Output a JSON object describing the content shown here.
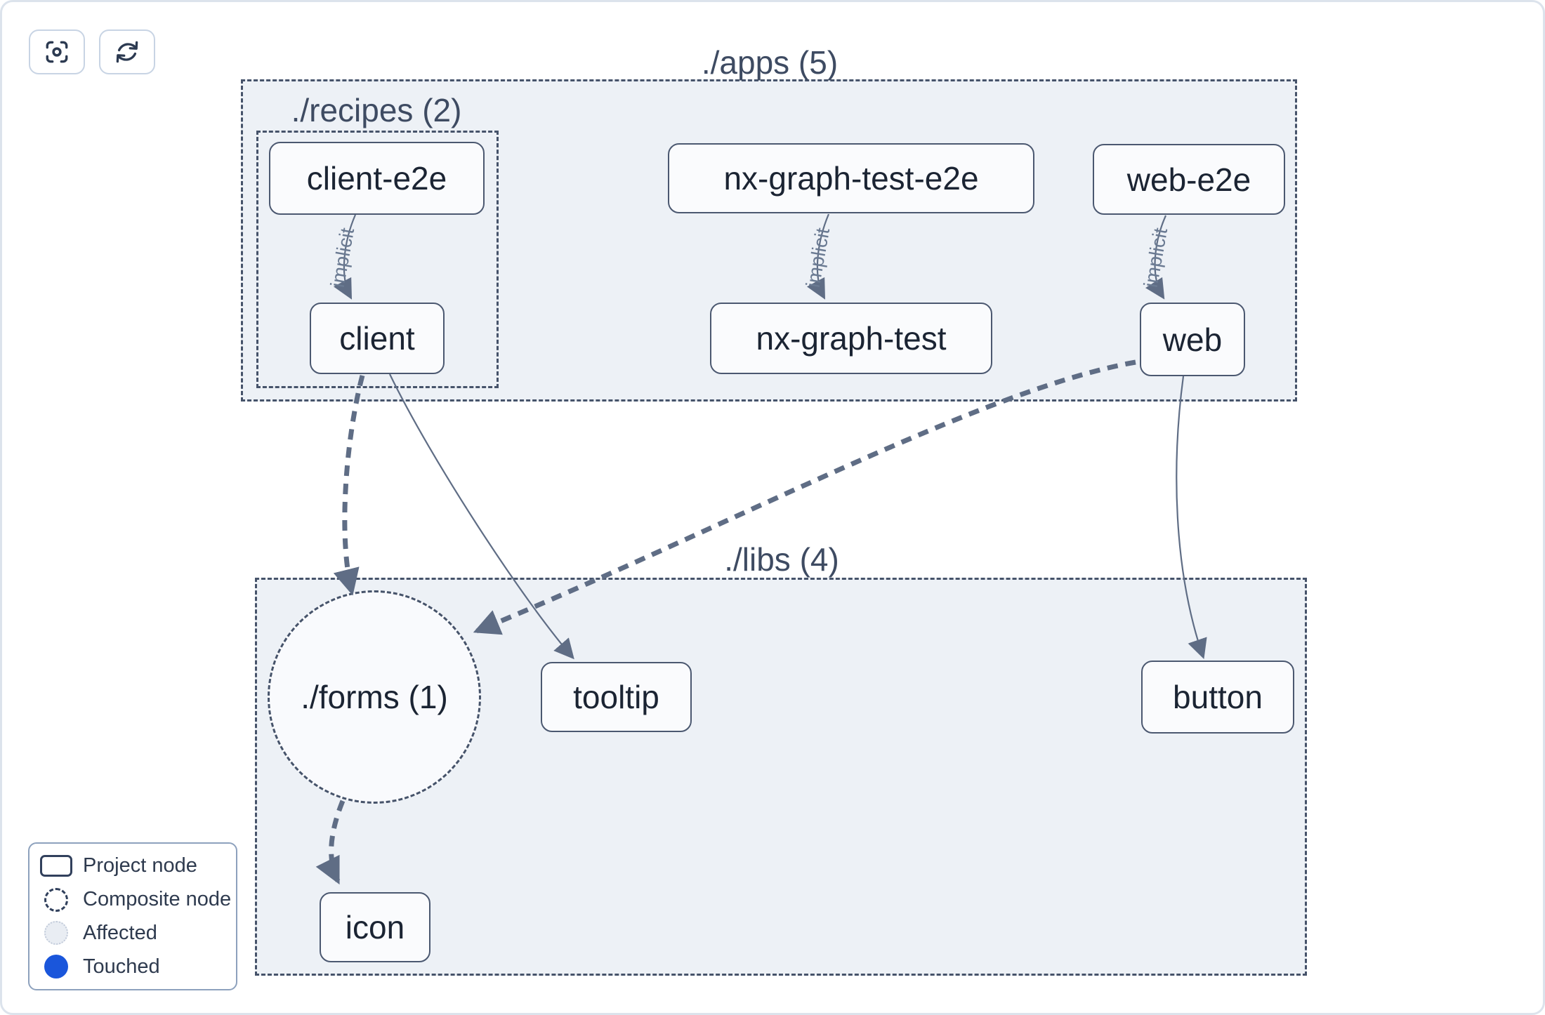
{
  "toolbar": {
    "buttons": [
      {
        "icon": "focus-icon"
      },
      {
        "icon": "refresh-icon"
      }
    ]
  },
  "graph": {
    "groups": [
      {
        "id": "apps",
        "label": "./apps (5)"
      },
      {
        "id": "recipes",
        "label": "./recipes (2)"
      },
      {
        "id": "libs",
        "label": "./libs (4)"
      }
    ],
    "composite_node": {
      "label": "./forms (1)"
    },
    "nodes": [
      {
        "id": "client-e2e",
        "label": "client-e2e"
      },
      {
        "id": "client",
        "label": "client"
      },
      {
        "id": "nx-graph-test-e2e",
        "label": "nx-graph-test-e2e"
      },
      {
        "id": "nx-graph-test",
        "label": "nx-graph-test"
      },
      {
        "id": "web-e2e",
        "label": "web-e2e"
      },
      {
        "id": "web",
        "label": "web"
      },
      {
        "id": "tooltip",
        "label": "tooltip"
      },
      {
        "id": "button",
        "label": "button"
      },
      {
        "id": "icon",
        "label": "icon"
      }
    ],
    "edges": [
      {
        "from": "client-e2e",
        "to": "client",
        "label": "implicit",
        "style": "solid-thin"
      },
      {
        "from": "nx-graph-test-e2e",
        "to": "nx-graph-test",
        "label": "implicit",
        "style": "solid-thin"
      },
      {
        "from": "web-e2e",
        "to": "web",
        "label": "implicit",
        "style": "solid-thin"
      },
      {
        "from": "client",
        "to": "tooltip",
        "label": "",
        "style": "solid-thin"
      },
      {
        "from": "web",
        "to": "button",
        "label": "",
        "style": "solid-thin"
      },
      {
        "from": "client",
        "to": "./forms",
        "label": "",
        "style": "dashed-thick"
      },
      {
        "from": "web",
        "to": "./forms",
        "label": "",
        "style": "dashed-thick"
      },
      {
        "from": "./forms",
        "to": "icon",
        "label": "",
        "style": "dashed-thick"
      }
    ]
  },
  "legend": {
    "items": [
      {
        "icon": "project-node-icon",
        "label": "Project node"
      },
      {
        "icon": "composite-node-icon",
        "label": "Composite node"
      },
      {
        "icon": "affected-icon",
        "label": "Affected"
      },
      {
        "icon": "touched-icon",
        "label": "Touched"
      }
    ]
  },
  "colors": {
    "group_fill": "#edf1f6",
    "group_border": "#46536a",
    "node_fill": "#fafbfd",
    "node_border": "#4b5870",
    "node_text": "#1b2433",
    "edge": "#5f6d85",
    "implicit_label": "#6a7a92",
    "touched_blue": "#1a56db",
    "affected_fill": "#e9edf3",
    "page_border": "#dce3ec"
  }
}
